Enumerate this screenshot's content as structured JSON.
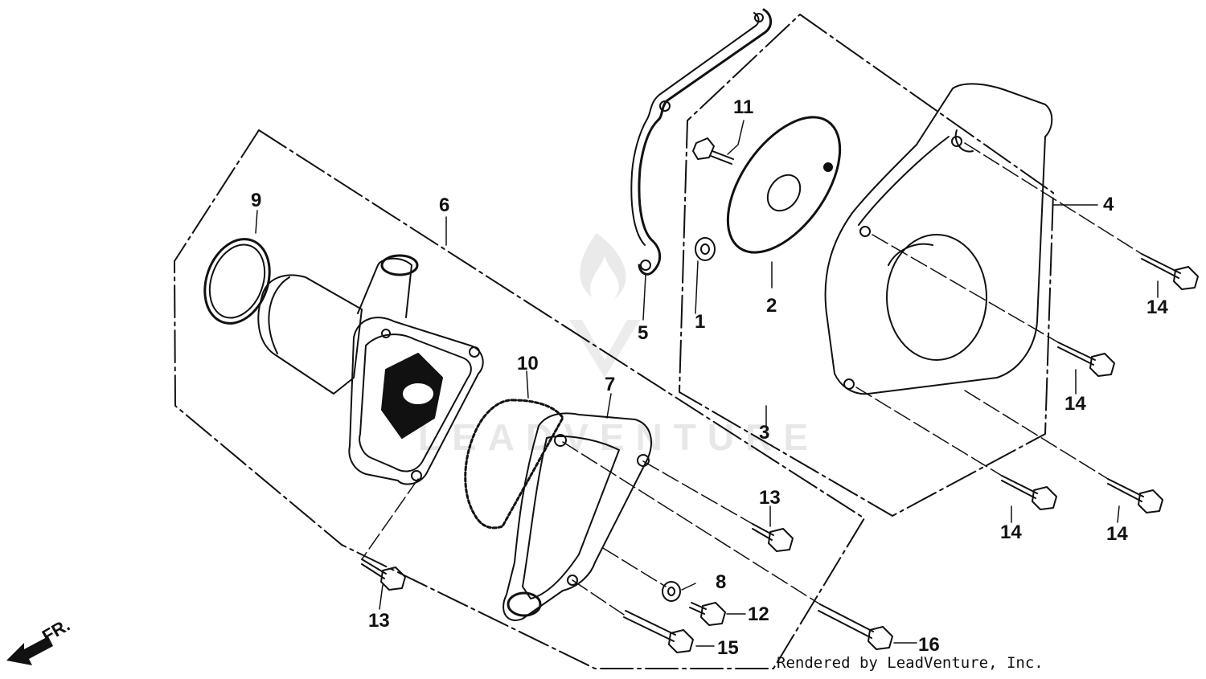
{
  "diagram": {
    "callouts": {
      "c1": "1",
      "c2": "2",
      "c3": "3",
      "c4": "4",
      "c5": "5",
      "c6": "6",
      "c7": "7",
      "c8": "8",
      "c9": "9",
      "c10": "10",
      "c11": "11",
      "c12": "12",
      "c13a": "13",
      "c13b": "13",
      "c14a": "14",
      "c14b": "14",
      "c14c": "14",
      "c14d": "14",
      "c15": "15",
      "c16": "16"
    },
    "front_marker": "FR.",
    "credit": "Rendered by LeadVenture, Inc.",
    "watermark": "LEADVENTURE",
    "line_color": "#111111",
    "watermark_color": "#d4d4d4"
  }
}
